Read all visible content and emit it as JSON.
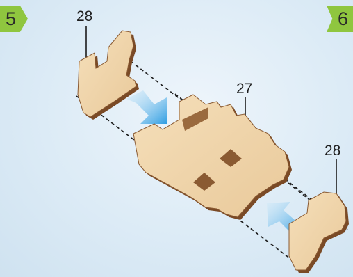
{
  "steps": {
    "current": "5",
    "next": "6"
  },
  "labels": {
    "part_28_top": "28",
    "part_27": "27",
    "part_28_bottom": "28"
  },
  "colors": {
    "step_badge": "#8fc63f",
    "wood_face": "#f1d8b0",
    "wood_edge": "#7a4a26",
    "arrow": "#3fa7e6",
    "background": "#dcebf6"
  },
  "icons": [
    "arrow-icon",
    "arrow-icon"
  ]
}
